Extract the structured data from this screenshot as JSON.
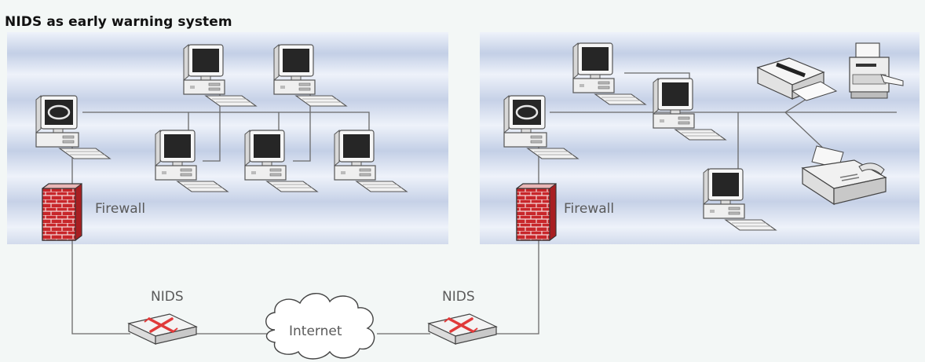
{
  "title": "NIDS as early warning system",
  "labels": {
    "firewall_left": "Firewall",
    "firewall_right": "Firewall",
    "nids_left": "NIDS",
    "nids_right": "NIDS",
    "internet": "Internet"
  },
  "colors": {
    "zone_light": "#f2f5fb",
    "zone_band": "#bfcce4",
    "firewall_red": "#c8262a",
    "nids_x": "#e03a3a",
    "line": "#6a6a6a",
    "screen": "#222222"
  }
}
